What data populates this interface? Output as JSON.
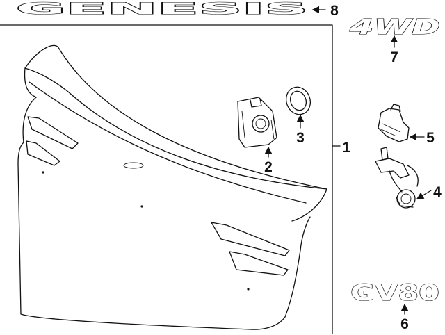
{
  "diagram": {
    "emblems": {
      "genesis": "GENESIS",
      "drive": "4WD",
      "model": "GV80"
    },
    "callouts": [
      {
        "id": "1",
        "label": "1"
      },
      {
        "id": "2",
        "label": "2"
      },
      {
        "id": "3",
        "label": "3"
      },
      {
        "id": "4",
        "label": "4"
      },
      {
        "id": "5",
        "label": "5"
      },
      {
        "id": "6",
        "label": "6"
      },
      {
        "id": "7",
        "label": "7"
      },
      {
        "id": "8",
        "label": "8"
      }
    ],
    "colors": {
      "line": "#111111",
      "background": "#ffffff"
    }
  }
}
